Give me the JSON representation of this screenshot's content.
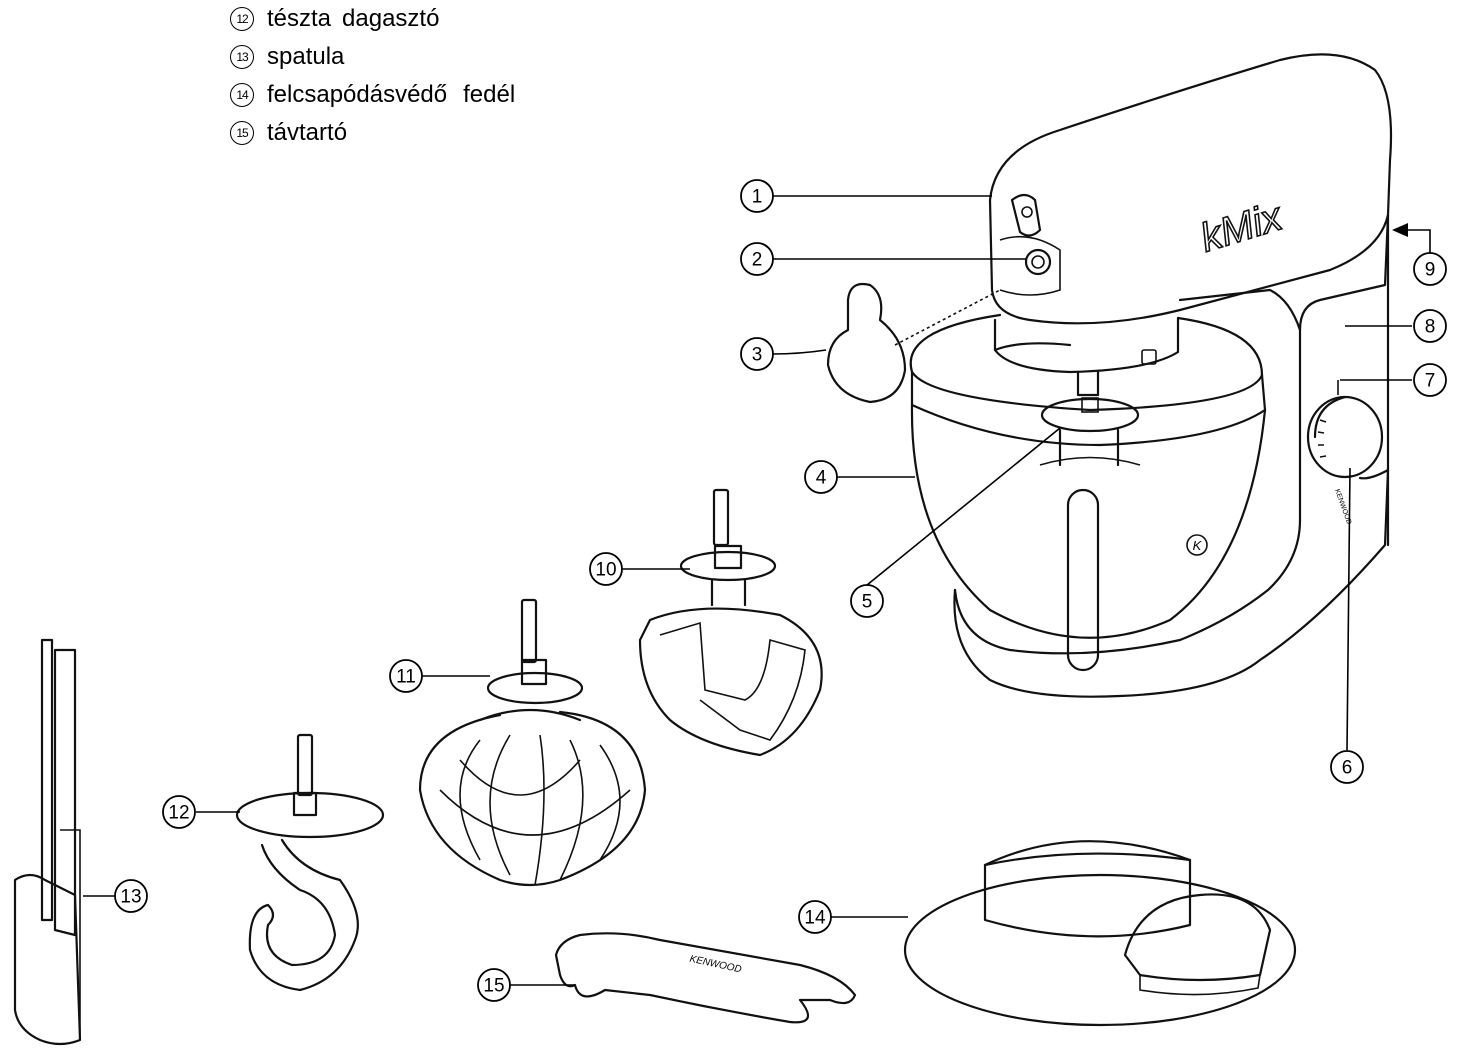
{
  "legend": [
    {
      "num": "12",
      "words": [
        "tészta",
        "dagasztó"
      ]
    },
    {
      "num": "13",
      "words": [
        "spatula"
      ]
    },
    {
      "num": "14",
      "words": [
        "felcsapódásvédő",
        "fedél"
      ]
    },
    {
      "num": "15",
      "words": [
        "távtartó"
      ]
    }
  ],
  "callouts": [
    "1",
    "2",
    "3",
    "4",
    "5",
    "6",
    "7",
    "8",
    "9",
    "10",
    "11",
    "12",
    "13",
    "14",
    "15"
  ],
  "labels": {
    "logo": "kMix",
    "knob_brand": "KENWOOD",
    "spanner_brand": "KENWOOD",
    "bowl_mark": "K"
  }
}
